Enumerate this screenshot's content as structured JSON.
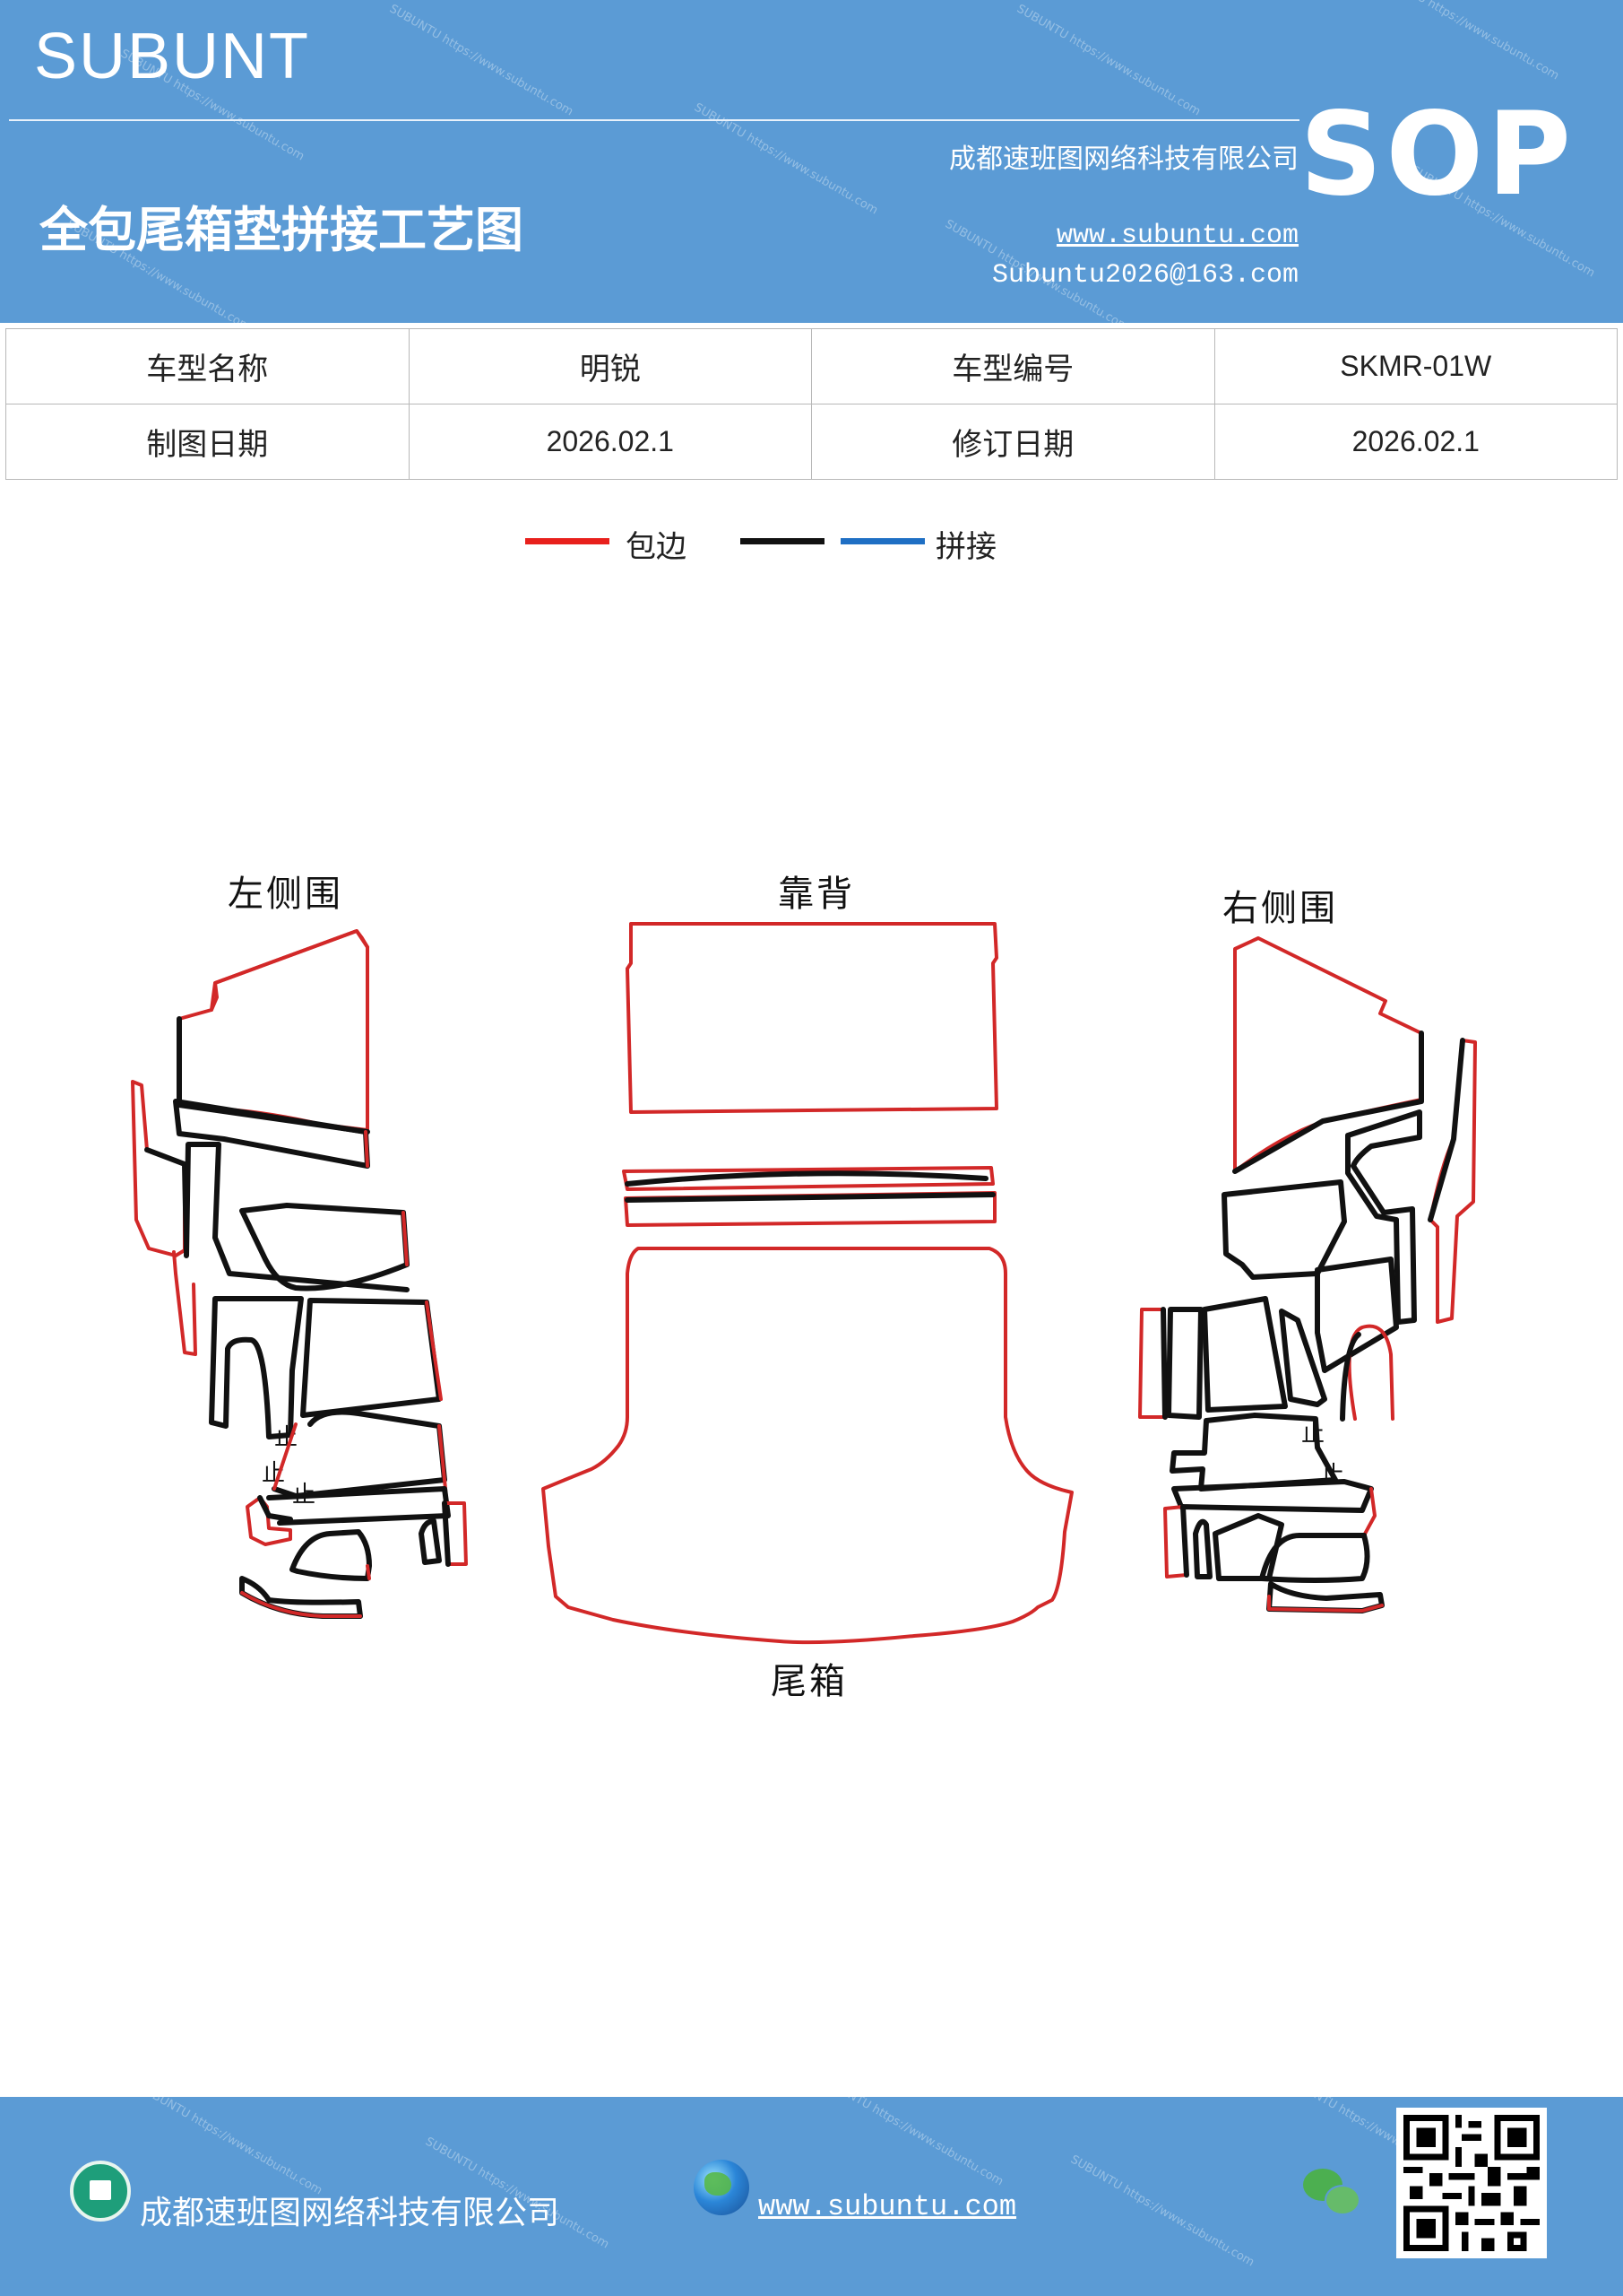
{
  "header": {
    "brand": "SUBUNT",
    "title": "全包尾箱垫拼接工艺图",
    "company": "成都速班图网络科技有限公司",
    "website": "www.subuntu.com",
    "email": "Subuntu2026@163.com",
    "badge": "SOP"
  },
  "info": {
    "model_name_label": "车型名称",
    "model_name_value": "明锐",
    "model_code_label": "车型编号",
    "model_code_value": "SKMR-01W",
    "draw_date_label": "制图日期",
    "draw_date_value": "2026.02.1",
    "revise_date_label": "修订日期",
    "revise_date_value": "2026.02.1"
  },
  "legend": {
    "edging_label": "包边",
    "joint_label": "拼接",
    "colors": {
      "edging": "#e8201c",
      "seam": "#111111",
      "joint": "#1f6fc4"
    }
  },
  "parts": {
    "left_side": "左侧围",
    "backrest": "靠背",
    "right_side": "右侧围",
    "trunk": "尾箱",
    "stop_mark": "止"
  },
  "footer": {
    "company": "成都速班图网络科技有限公司",
    "website": "www.subuntu.com"
  },
  "icons": [
    "building-icon",
    "globe-icon",
    "wechat-icon",
    "qr-code"
  ]
}
